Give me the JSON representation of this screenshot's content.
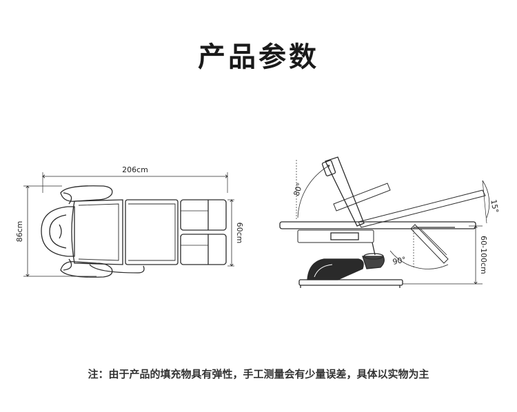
{
  "title": "产品参数",
  "note": "注：由于产品的填充物具有弹性，手工测量会有少量误差，具体以实物为主",
  "top_view": {
    "length_label": "206cm",
    "width_label": "86cm",
    "leg_width_label": "60cm"
  },
  "side_view": {
    "backrest_angle_label": "80°",
    "leg_tilt_label": "15°",
    "leg_fold_label": "90°",
    "height_label": "60-100cm"
  }
}
